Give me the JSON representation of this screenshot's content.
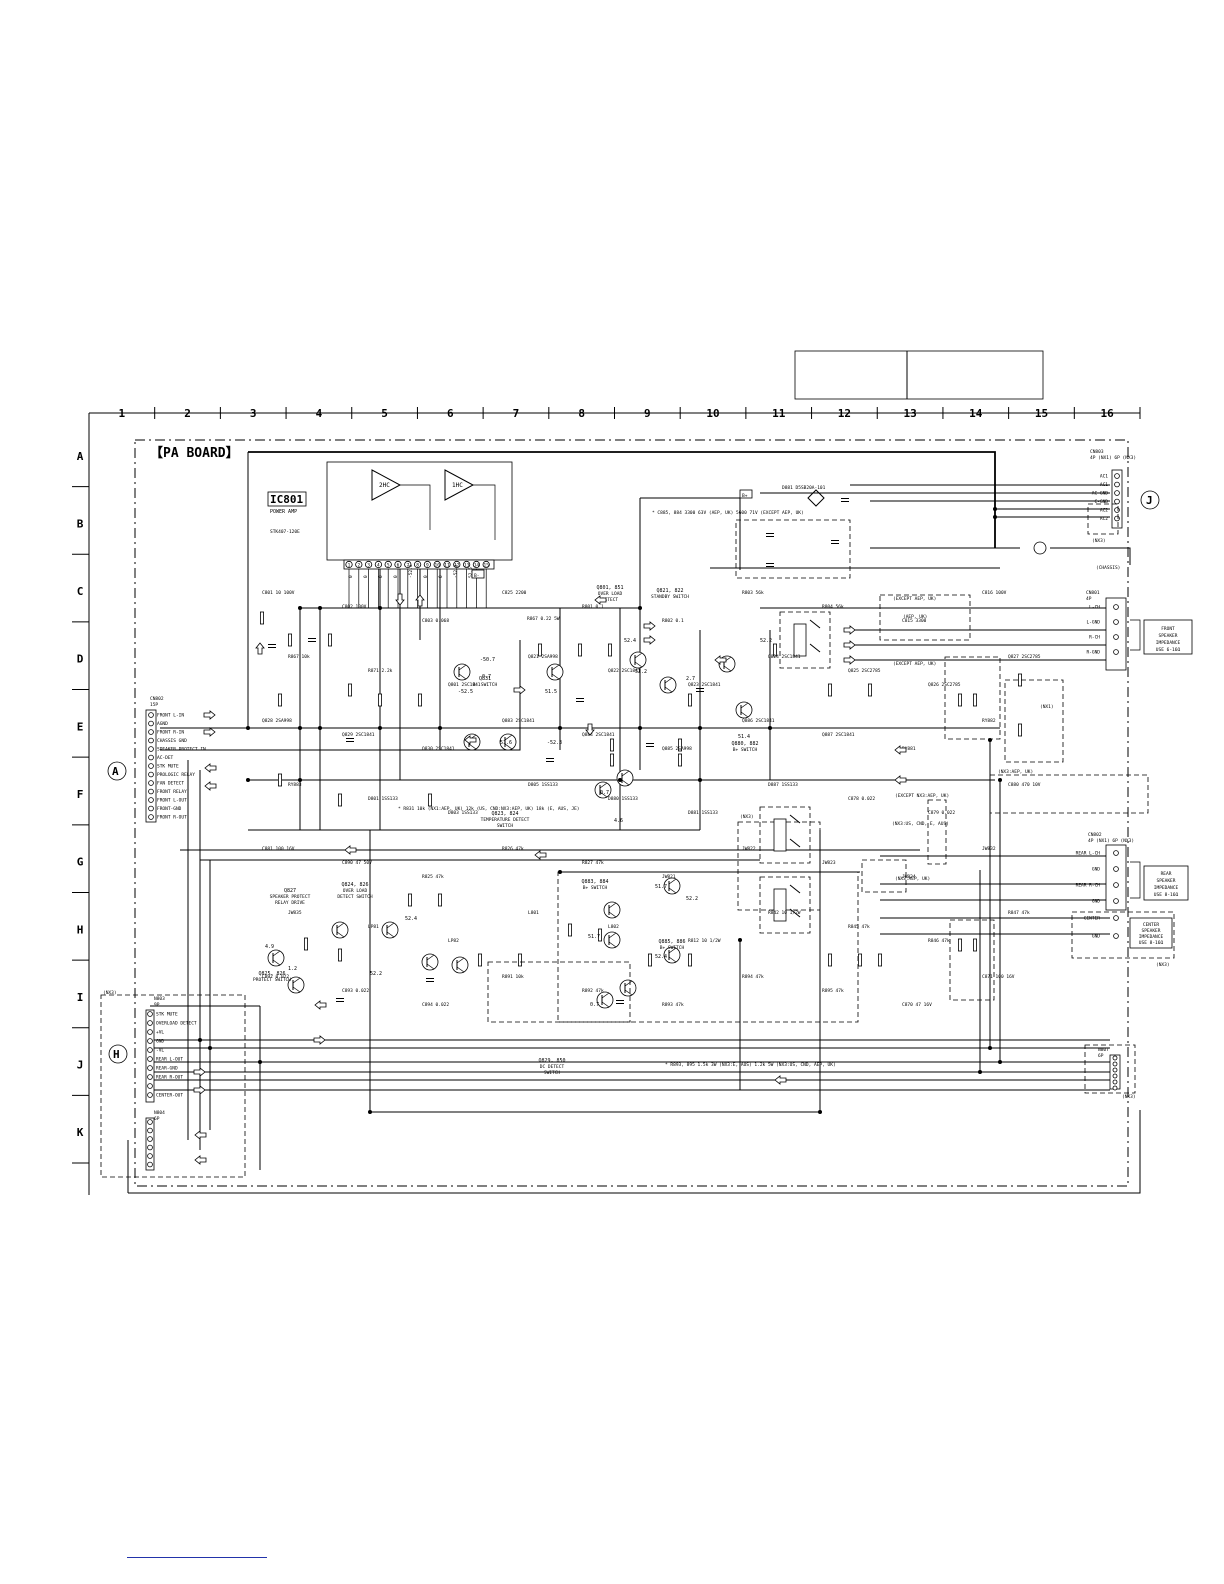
{
  "header_box": {
    "left": "",
    "right": ""
  },
  "grid": {
    "columns": [
      "1",
      "2",
      "3",
      "4",
      "5",
      "6",
      "7",
      "8",
      "9",
      "10",
      "11",
      "12",
      "13",
      "14",
      "15",
      "16"
    ],
    "rows": [
      "A",
      "B",
      "C",
      "D",
      "E",
      "F",
      "G",
      "H",
      "I",
      "J",
      "K"
    ]
  },
  "board": {
    "title": "【PA BOARD】"
  },
  "ic": {
    "name": "IC801",
    "function": "POWER AMP",
    "part": "STK407-120E",
    "stage1": "1HC",
    "stage2": "2HC",
    "pins": [
      "1",
      "2",
      "3",
      "4",
      "5",
      "6",
      "7",
      "8",
      "9",
      "10",
      "11",
      "12",
      "13",
      "14",
      "15"
    ],
    "pin_voltages": [
      "0",
      "0",
      "0",
      "0",
      "-52.5",
      "0",
      "0",
      "-52.3",
      "52.5"
    ]
  },
  "connectors": {
    "A": {
      "letter": "A",
      "ref": "CN802",
      "pins_label": "15P",
      "pins": [
        "FRONT L-IN",
        "AGND",
        "FRONT R-IN",
        "CHASSIS GND",
        "SPEAKER PROTECT IN",
        "AC-DET",
        "STK MUTE",
        "PROLOGIC RELAY",
        "FAN DETECT",
        "FRONT RELAY",
        "FRONT L-OUT",
        "FRONT-GND",
        "FRONT R-OUT"
      ]
    },
    "H": {
      "letter": "H",
      "group": "(NX3)",
      "ref": "N803",
      "pins_label": "9P",
      "pins": [
        "STK MUTE",
        "OVERLOAD DETECT",
        "+VL",
        "GND",
        "-VL",
        "REAR L-OUT",
        "REAR-GND",
        "REAR R-OUT",
        "",
        "CENTER-OUT"
      ]
    },
    "K": {
      "ref": "N804",
      "pins_label": "6P"
    },
    "J": {
      "letter": "J",
      "ref": "CN803",
      "pins_label": "4P (NX1) 6P (NX3)",
      "pins": [
        "AC1",
        "AC1",
        "AC GND",
        "C-GND",
        "AC2",
        "AC2"
      ],
      "note": "(NX3)",
      "chassis": "(CHASSIS)"
    },
    "front_sp": {
      "ref": "CN801",
      "pins_label": "4P",
      "pins": [
        "L-CH",
        "L-GND",
        "R-CH",
        "R-GND"
      ],
      "title": "FRONT SPEAKER IMPEDANCE USE 6-16Ω"
    },
    "rear_sp": {
      "ref": "CN802",
      "pins_label": "4P (NX1) 6P (NX3)",
      "pins": [
        "REAR L-CH",
        "GND",
        "REAR R-CH",
        "GND"
      ],
      "title": "REAR SPEAKER IMPEDANCE USE 8-16Ω"
    },
    "center_sp": {
      "pins": [
        "CENTER",
        "GND"
      ],
      "title": "CENTER SPEAKER IMPEDANCE USE 8-16Ω",
      "note": "(NX3)"
    },
    "n807": {
      "ref": "N807",
      "pins_label": "6P",
      "note": "(NX3)"
    }
  },
  "blocks": [
    {
      "ref": "Q801, 851",
      "desc": "OVER LOAD DETECT"
    },
    {
      "ref": "Q821, 822",
      "desc": "STANDBY SWITCH"
    },
    {
      "ref": "Q880, 882",
      "desc": "B+ SWITCH"
    },
    {
      "ref": "Q823, 824",
      "desc": "TEMPERATURE DETECT SWITCH"
    },
    {
      "ref": "Q827",
      "desc": "SPEAKER PROTECT RELAY DRIVE"
    },
    {
      "ref": "Q824, 826",
      "desc": "OVER LOAD DETECT SWITCH"
    },
    {
      "ref": "Q825, 826",
      "desc": "PROTECT SWITCH"
    },
    {
      "ref": "Q883, 884",
      "desc": "B+ SWITCH"
    },
    {
      "ref": "Q885, 886",
      "desc": "B+ SWITCH"
    },
    {
      "ref": "Q829, 850",
      "desc": "DC DETECT SWITCH"
    },
    {
      "ref": "Q831",
      "desc": "B- SWITCH"
    }
  ],
  "notes": [
    "* C885, 884 3300 63V (AEP, UK) 5600 71V (EXCEPT AEP, UK)",
    "* R831 10k (NX1:AEP, UK) 12k (US, CND:NX3:AEP, UK) 18k (E, AUS, JE)",
    "* R893, 895 1.5k 3W (NX3:E, AUS) 1.2k 5W (NX3:US, CND, AEP, UK)",
    "R867 0.22 5W"
  ],
  "region_labels": [
    "(EXCEPT AEP, UK)",
    "(AEP, UK)",
    "(EXCEPT AEP, UK)",
    "(NX3:AEP, UK)",
    "(EXCEPT NX3:AEP, UK)",
    "(NX3:US, CND, E, AUS)",
    "(NX3:AEP, UK)",
    "(NX3)",
    "(NX1)"
  ],
  "supply": {
    "pos": "B+",
    "neg": "B-",
    "diode": "D881 D5SB20A-101"
  },
  "voltages": [
    "-50.7",
    "-52.5",
    "51.5",
    "0.7",
    "52.4",
    "52.2",
    "2.7",
    "-52.3",
    "0.7",
    "52.2",
    "51.4",
    "4.6",
    "51.6",
    "1.2",
    "4.9",
    "52.2",
    "52.4",
    "51.7",
    "52.4",
    "52.2",
    "0.7",
    "51.7"
  ],
  "parts": [
    "C801 10 100V",
    "C802 100V",
    "C803 0.068",
    "C825 2200",
    "R801 0.1",
    "R802 0.1",
    "R803 56k",
    "R804 56k",
    "C815 3300",
    "C816 100V",
    "R867 10k",
    "R871 2.2k",
    "Q801 2SC1841",
    "Q821 2SA998",
    "Q822 2SC1841",
    "Q823 2SC1841",
    "Q824 2SC1841",
    "Q825 2SC2785",
    "Q826 2SC2785",
    "Q827 2SC2785",
    "Q828 2SA998",
    "Q829 2SC1841",
    "Q830 2SC1841",
    "Q883 2SC1841",
    "Q884 2SC1841",
    "Q885 2SA998",
    "Q886 2SC1841",
    "Q887 2SC1841",
    "RY881",
    "RY882",
    "RY883",
    "D801 1SS133",
    "D803 1SS133",
    "D805 1SS133",
    "D880 1SS133",
    "D881 1SS133",
    "D887 1SS133",
    "C878 0.022",
    "C879 0.022",
    "C880 470 10V",
    "C881 100 16V",
    "C890 47 50V",
    "R825 47k",
    "R826 47k",
    "R827 47k",
    "JW821",
    "JW822",
    "JW823",
    "JW824",
    "JW832",
    "JW835",
    "LP81",
    "LP82",
    "L801",
    "L802",
    "R812 10 1/2W",
    "R842 10 1/2W",
    "R845 47k",
    "R846 47k",
    "R847 47k",
    "C892 0.022",
    "C893 0.022",
    "C894 0.022",
    "R891 10k",
    "R892 47k",
    "R893 47k",
    "R894 47k",
    "R895 47k",
    "C870 47 16V",
    "C871 100 16V"
  ]
}
